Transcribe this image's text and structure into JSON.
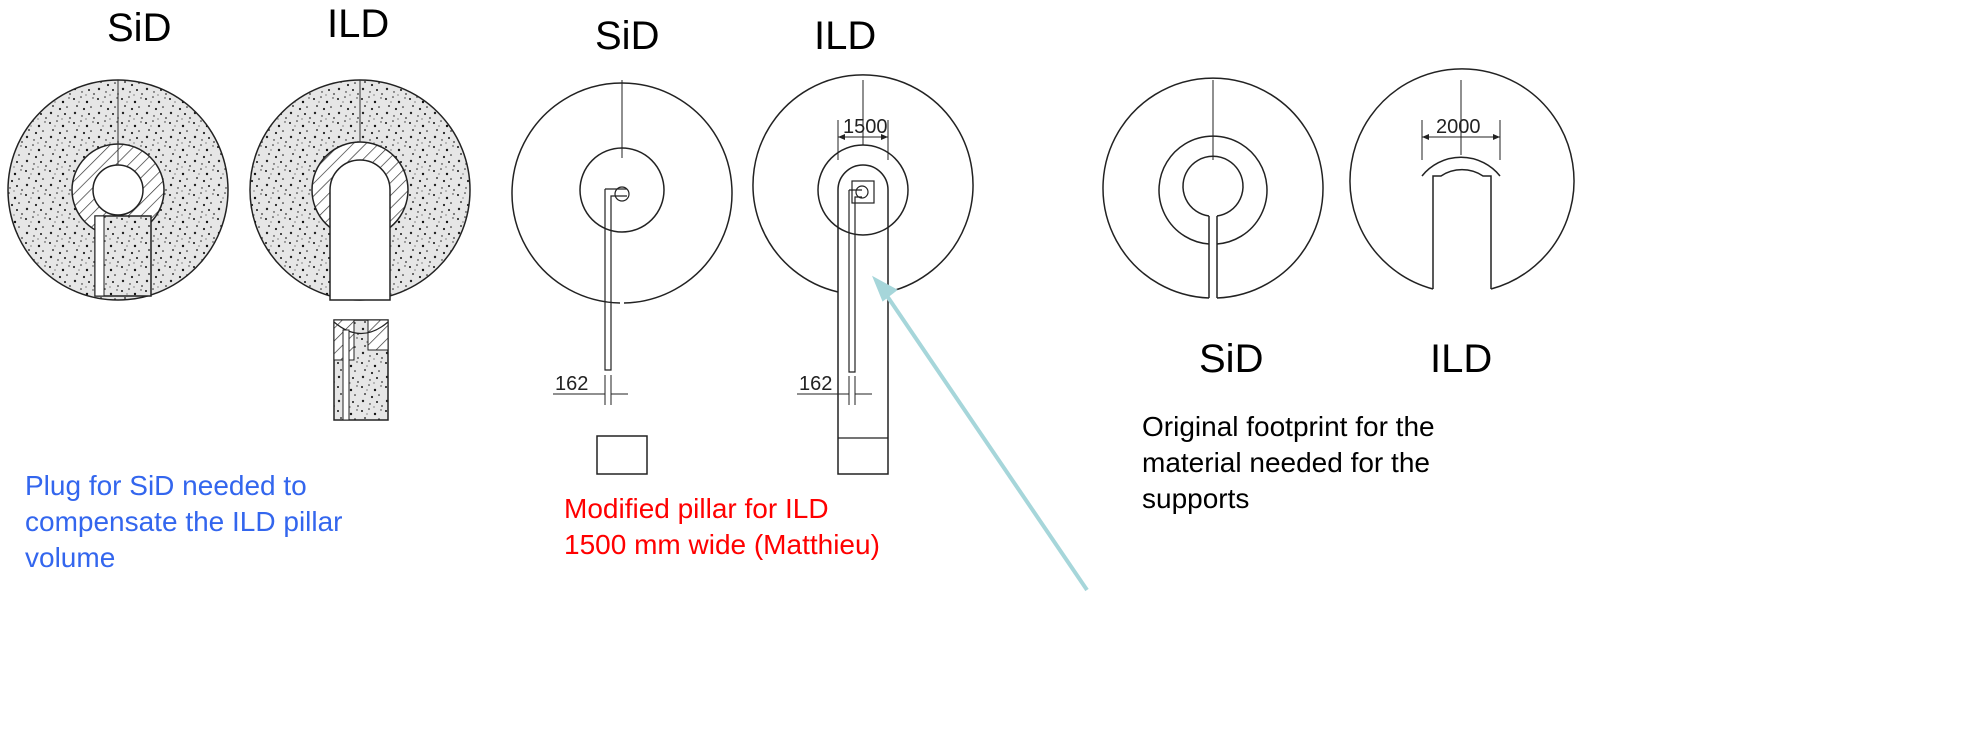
{
  "labels": {
    "g1_sid": "SiD",
    "g1_ild": "ILD",
    "g2_sid": "SiD",
    "g2_ild": "ILD",
    "g3_sid": "SiD",
    "g3_ild": "ILD"
  },
  "dimensions": {
    "ild_width_modified": "1500",
    "sid_gap": "162",
    "ild_gap": "162",
    "ild_width_original": "2000"
  },
  "captions": {
    "plug": [
      "Plug for SiD needed to",
      "compensate the ILD pillar",
      "volume"
    ],
    "modified": [
      "Modified pillar for ILD",
      "1500 mm wide (Matthieu)"
    ],
    "original": [
      "Original footprint for the",
      "material needed for the",
      "supports"
    ]
  },
  "colors": {
    "plug_text": "#3366ee",
    "modified_text": "#ff0000",
    "arrow": "#9fd3d8",
    "line": "#222222"
  }
}
